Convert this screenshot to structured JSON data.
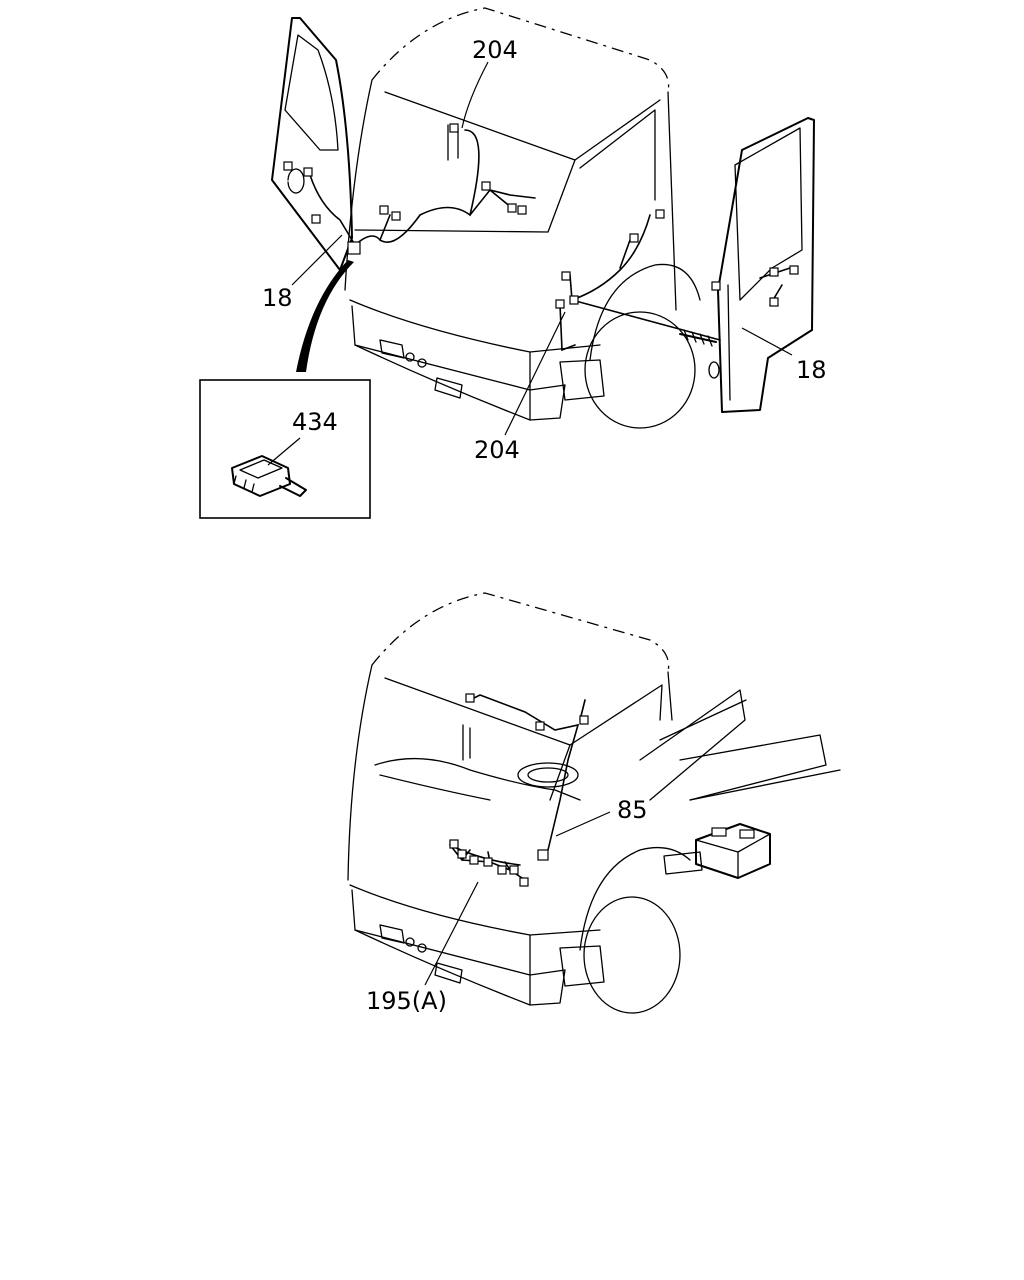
{
  "callouts": {
    "top_204": "204",
    "left_18": "18",
    "inset_434": "434",
    "bottom_204": "204",
    "right_18": "18",
    "label_85": "85",
    "label_195a": "195(A)"
  },
  "icons": {
    "upper_view": "truck-cab-doors-open-illustration",
    "inset": "connector-detail-illustration",
    "lower_view": "truck-cab-dashboard-harness-illustration"
  },
  "colors": {
    "line": "#000000",
    "background": "#ffffff"
  }
}
